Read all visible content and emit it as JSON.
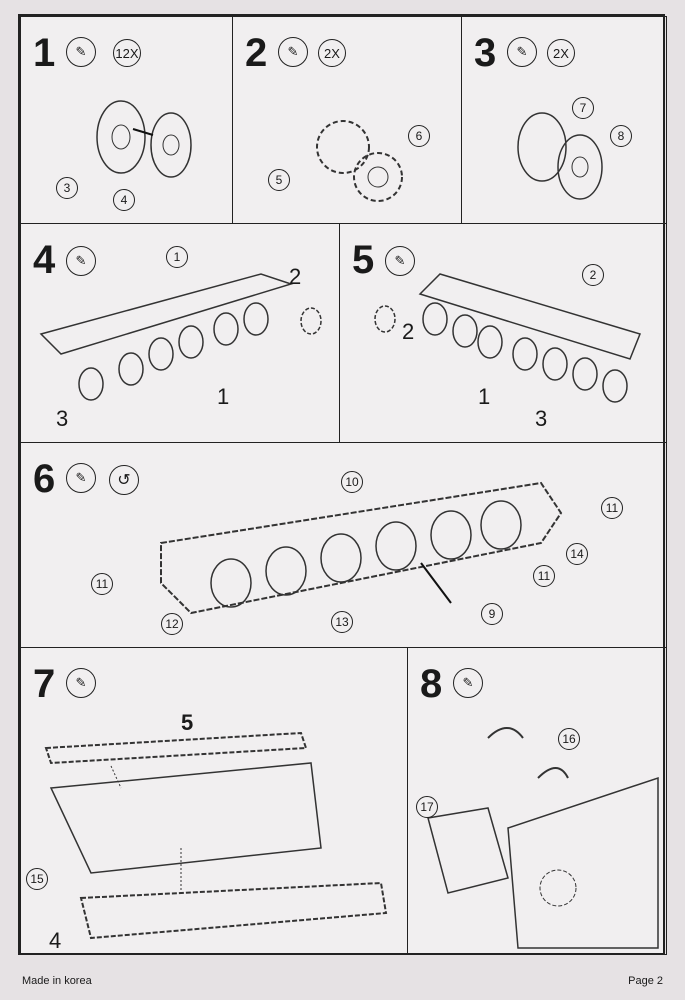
{
  "steps": [
    {
      "num": "1",
      "qty": "12X",
      "parts": [
        "3",
        "4"
      ]
    },
    {
      "num": "2",
      "qty": "2X",
      "parts": [
        "5",
        "6"
      ]
    },
    {
      "num": "3",
      "qty": "2X",
      "parts": [
        "7",
        "8"
      ]
    },
    {
      "num": "4",
      "parts": [
        "1",
        "2",
        "1",
        "3"
      ]
    },
    {
      "num": "5",
      "parts": [
        "2",
        "2",
        "1",
        "3"
      ]
    },
    {
      "num": "6",
      "parts": [
        "10",
        "11",
        "11",
        "14",
        "11",
        "9",
        "13",
        "12"
      ]
    },
    {
      "num": "7",
      "parts": [
        "5",
        "15",
        "4"
      ]
    },
    {
      "num": "8",
      "parts": [
        "16",
        "16",
        "17"
      ]
    }
  ],
  "icons": {
    "glue": "glue-tube-icon",
    "rotate": "rotate-arrow-icon"
  },
  "footer": {
    "left": "Made in korea",
    "right": "Page 2"
  }
}
